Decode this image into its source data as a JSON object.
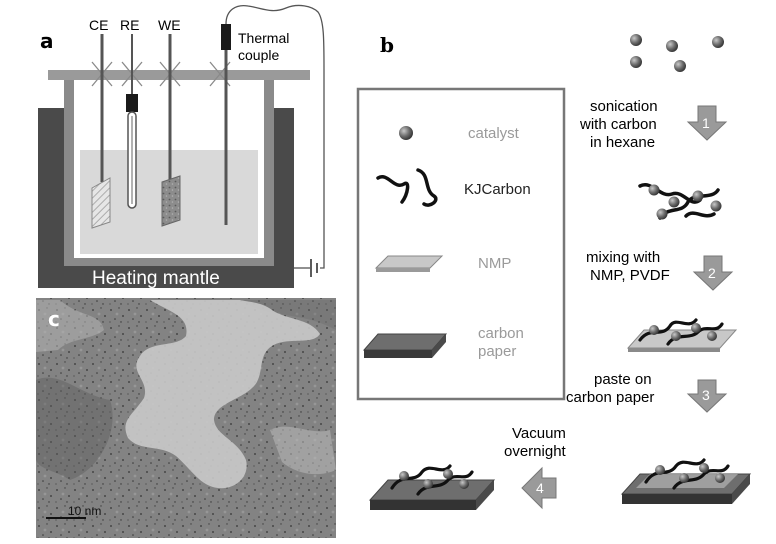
{
  "panel_a": {
    "panel_label": "a",
    "electrodes": {
      "ce": "CE",
      "re": "RE",
      "we": "WE"
    },
    "thermocouple_line1": "Thermal",
    "thermocouple_line2": "couple",
    "heater_label": "Heating mantle"
  },
  "panel_b": {
    "panel_label": "b",
    "legend": {
      "catalyst": "catalyst",
      "kjcarbon": "KJCarbon",
      "nmp": "NMP",
      "carbon_paper_1": "carbon",
      "carbon_paper_2": "paper"
    },
    "steps": [
      {
        "number": "1",
        "line1": "sonication",
        "line2": "with carbon",
        "line3": "in hexane"
      },
      {
        "number": "2",
        "line1": "mixing with",
        "line2": "NMP, PVDF"
      },
      {
        "number": "3",
        "line1": "paste on",
        "line2": "carbon paper"
      },
      {
        "number": "4",
        "line1": "Vacuum",
        "line2": "overnight"
      }
    ]
  },
  "panel_c": {
    "panel_label": "c",
    "scale_bar": "10 nm"
  },
  "colors": {
    "mantle": "#4a4a4a",
    "cell_wall": "#8a8a8a",
    "electrolyte": "#d9d9d9",
    "arrow": "#9a9a9a",
    "catalyst": "#6b6b6b",
    "nmp_top": "#c8c8c8",
    "paper_top": "#6e6e6e"
  }
}
